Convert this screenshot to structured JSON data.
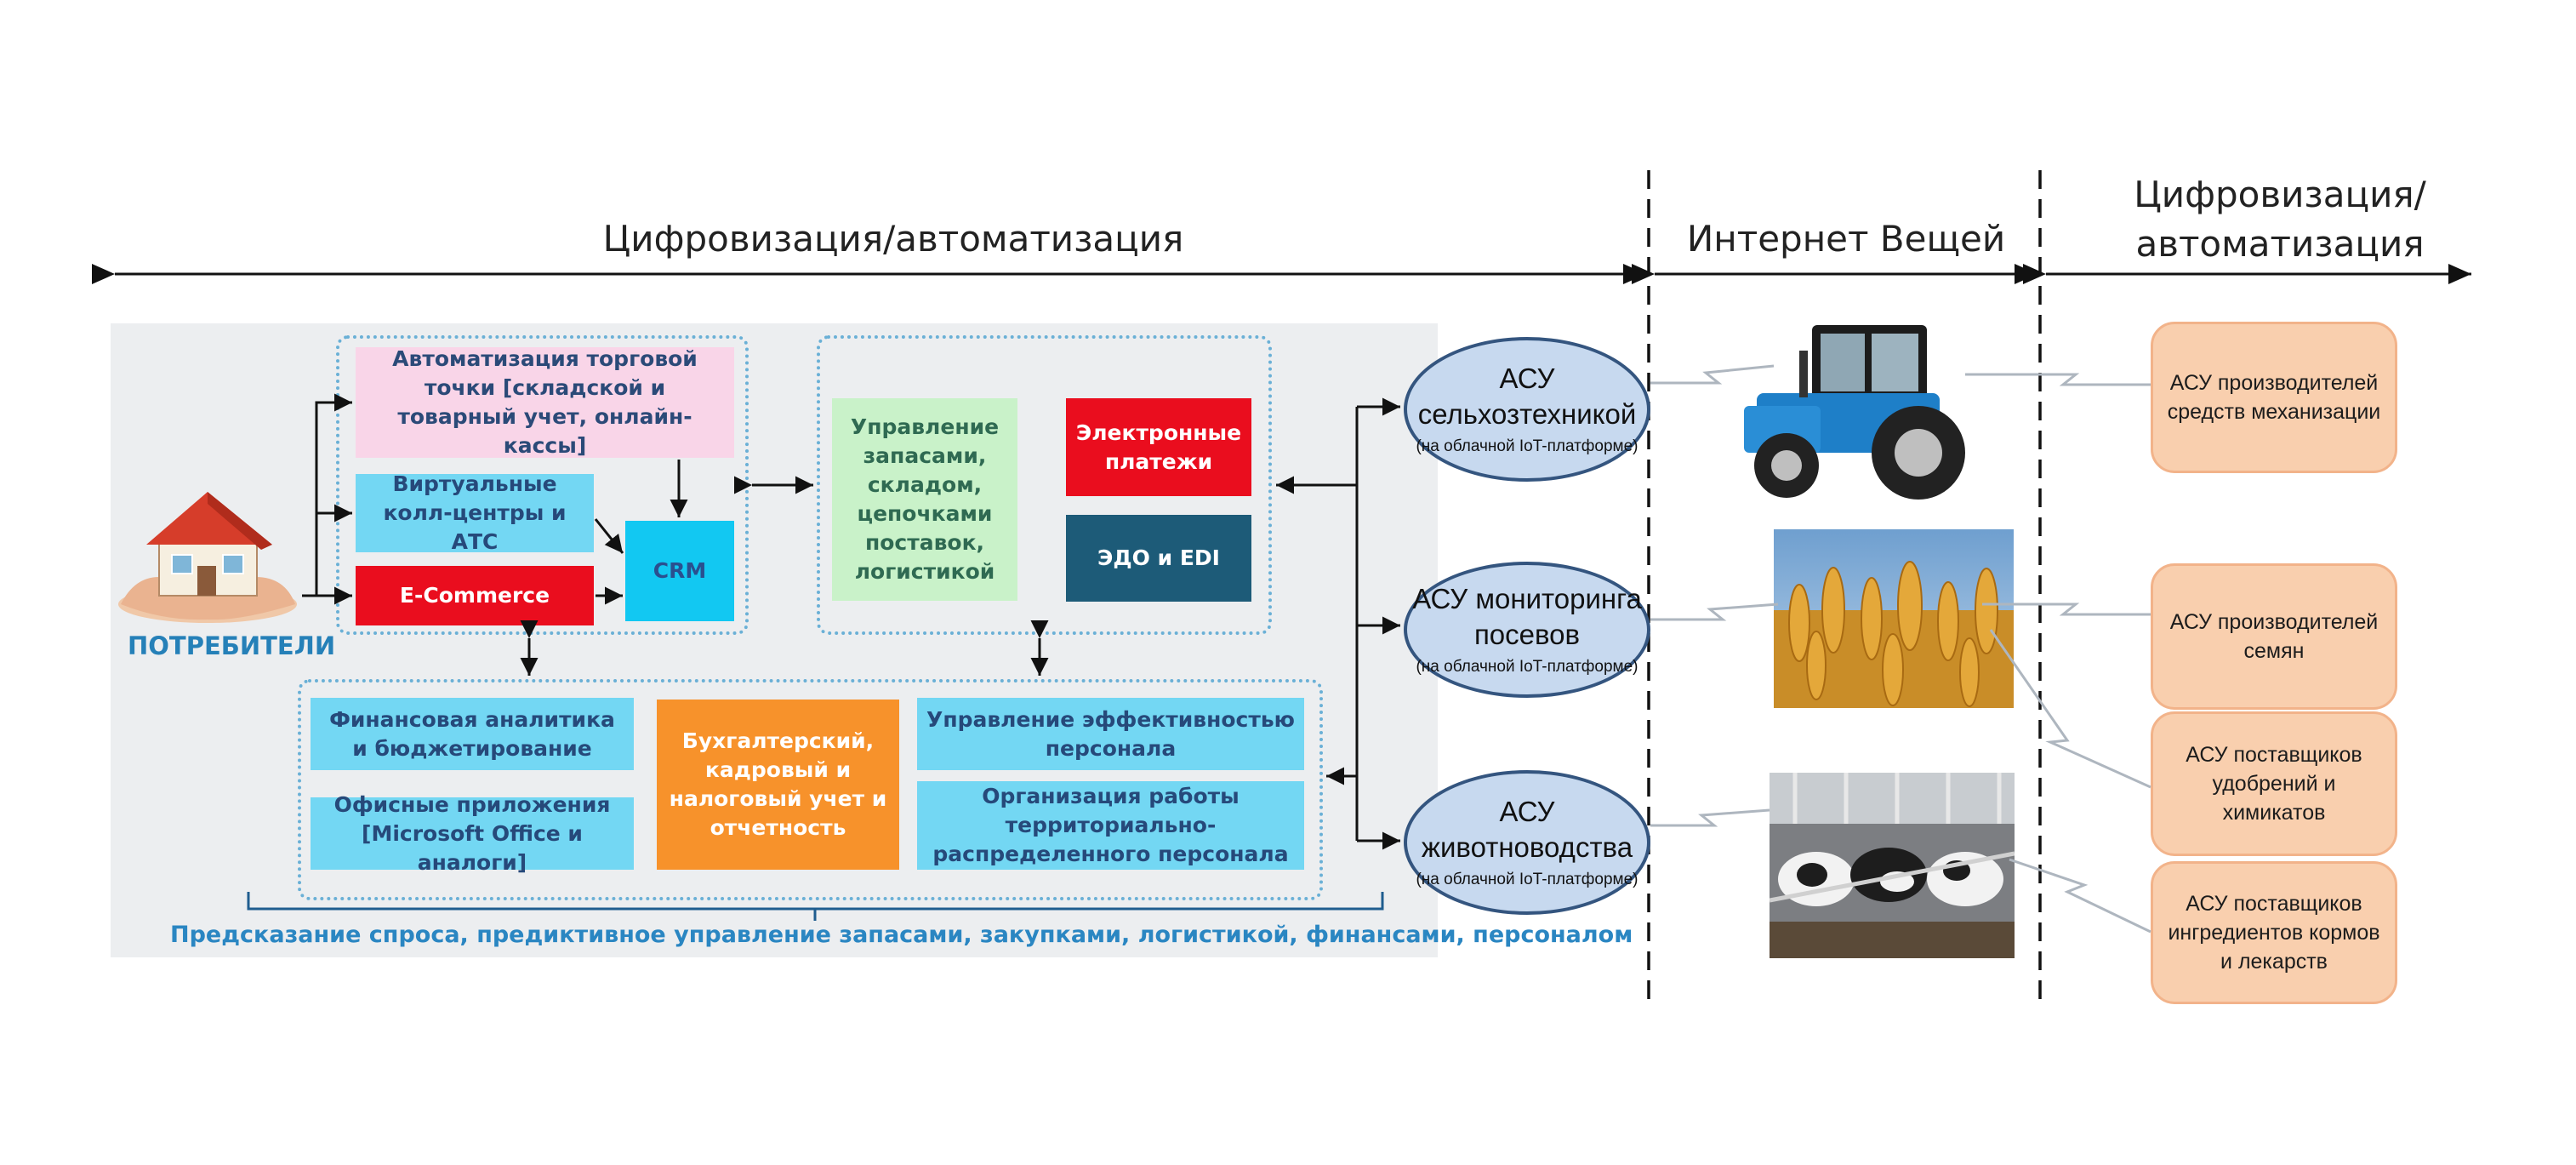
{
  "headers": {
    "left": "Цифровизация/автоматизация",
    "middle": "Интернет Вещей",
    "right": "Цифровизация/ автоматизация"
  },
  "consumers_label": "ПОТРЕБИТЕЛИ",
  "boxes": {
    "trade_automation": "Автоматизация торговой точки [складской и товарный учет, онлайн-кассы]",
    "call_centers": "Виртуальные колл-центры и АТС",
    "ecommerce": "E-Commerce",
    "crm": "CRM",
    "inventory": "Управление запасами, складом, цепочками поставок, логистикой",
    "epayments": "Электронные платежи",
    "edo": "ЭДО и EDI",
    "fin_analytics": "Финансовая аналитика и бюджетирование",
    "office_apps": "Офисные приложения [Microsoft Office и аналоги]",
    "accounting": "Бухгалтерский, кадровый и налоговый учет и отчетность",
    "staff_efficiency": "Управление эффективностью персонала",
    "distributed_staff": "Организация работы территориально-распределенного персонала"
  },
  "bottom_caption": "Предсказание спроса, предиктивное управление запасами, закупками, логистикой, финансами, персоналом",
  "iot": [
    {
      "title": "АСУ сельхозтехникой",
      "sub": "(на облачной IoT-платформе)"
    },
    {
      "title": "АСУ мониторинга посевов",
      "sub": "(на облачной IoT-платформе)"
    },
    {
      "title": "АСУ животноводства",
      "sub": "(на облачной IoT-платформе)"
    }
  ],
  "suppliers": [
    "АСУ производителей средств механизации",
    "АСУ производителей семян",
    "АСУ поставщиков удобрений и химикатов",
    "АСУ поставщиков ингредиентов кормов и лекарств"
  ],
  "colors": {
    "cyan": "#73d7f3",
    "red": "#ea0d1e",
    "orange": "#f7922b",
    "navy": "#1d5b78",
    "green_box": "#c9f2c9",
    "pink_box": "#f9d5e8",
    "ellipse": "#c7d9ef",
    "peach": "#f9cfae"
  },
  "icons": [
    "house-in-hands-icon",
    "tractor-icon",
    "wheat-field-icon",
    "cow-barn-icon"
  ]
}
